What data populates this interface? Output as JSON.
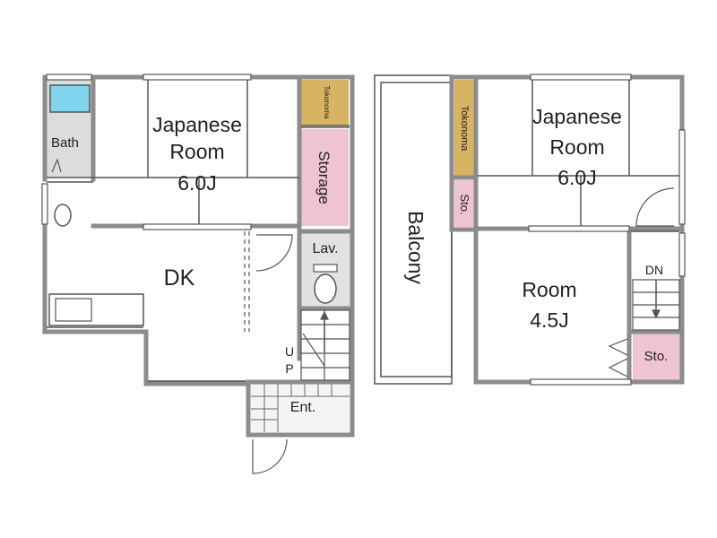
{
  "colors": {
    "wall": "#8c8c8c",
    "line": "#555555",
    "bath_fill": "#dcdcdc",
    "tub_fill": "#7fd4ee",
    "tokonoma_fill": "#d8b462",
    "storage_fill": "#efc3d2",
    "toilet_area_fill": "#e2e2e2",
    "ent_fill": "#f4f4f4",
    "balcony_fill": "#ffffff"
  },
  "ground_floor": {
    "bath": "Bath",
    "japanese_room_line1": "Japanese",
    "japanese_room_line2": "Room",
    "japanese_room_size": "6.0J",
    "tokonoma": "Tokonoma",
    "storage": "Storage",
    "dk": "DK",
    "lavatory": "Lav.",
    "up_u": "U",
    "up_p": "P",
    "entrance": "Ent."
  },
  "upper_floor": {
    "balcony": "Balcony",
    "tokonoma": "Tokonoma",
    "storage_small": "Sto.",
    "japanese_room_line1": "Japanese",
    "japanese_room_line2": "Room",
    "japanese_room_size": "6.0J",
    "down": "DN",
    "room": "Room",
    "room_size": "4.5J",
    "storage_corner": "Sto."
  }
}
